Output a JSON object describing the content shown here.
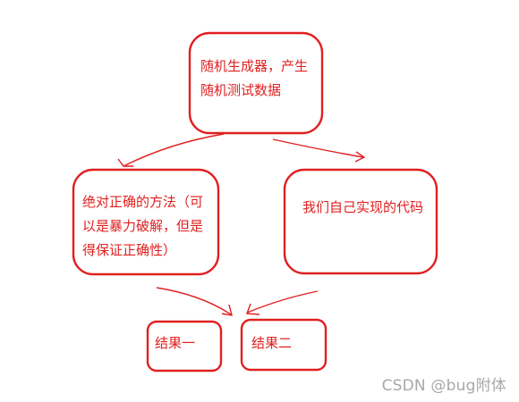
{
  "colors": {
    "stroke": "#e02020",
    "text": "#e02020",
    "watermark": "#a8a8a8",
    "background": "#ffffff"
  },
  "diagram": {
    "generator": {
      "label": "随机生成器，产生随机测试数据"
    },
    "correct_method": {
      "label": "绝对正确的方法（可以是暴力破解，但是得保证正确性）"
    },
    "own_impl": {
      "label": "我们自己实现的代码"
    },
    "result_one": {
      "label": "结果一"
    },
    "result_two": {
      "label": "结果二"
    }
  },
  "watermark": {
    "text": "CSDN @bug附体"
  }
}
